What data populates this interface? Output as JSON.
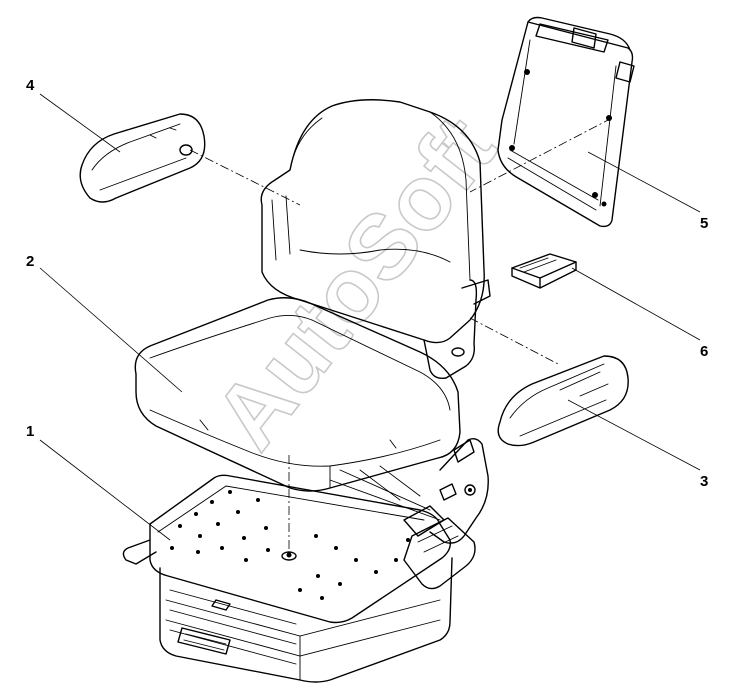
{
  "diagram": {
    "part_labels": [
      "1",
      "2",
      "3",
      "4",
      "5",
      "6"
    ],
    "watermark": "AutoSoft",
    "colors": {
      "ink": "#000000",
      "watermark": "#c9c9c9",
      "background": "#ffffff"
    }
  }
}
